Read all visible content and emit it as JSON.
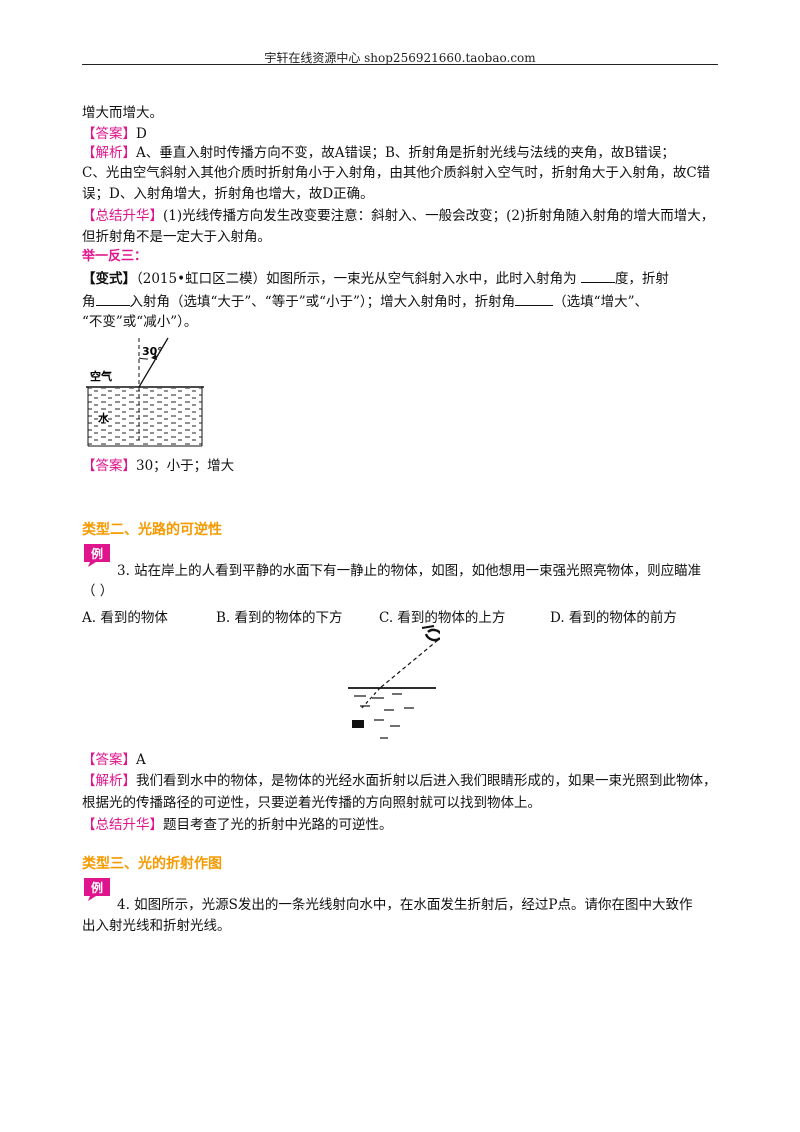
{
  "header": {
    "title": "宇轩在线资源中心  shop256921660.taobao.com"
  },
  "lines": {
    "l1": "增大而增大。",
    "answer_tag": "【答案】",
    "answer1": "D",
    "analysis_tag": "【解析】",
    "analysis1_a": "A、垂直入射时传播方向不变，故A错误；B、折射角是折射光线与法线的夹角，故B错误；",
    "analysis1_b": "C、光由空气斜射入其他介质时折射角小于入射角，由其他介质斜射入空气时，折射角大于入射角，故C错",
    "analysis1_c": "误；D、入射角增大，折射角也增大，故D正确。",
    "summary_tag": "【总结升华】",
    "summary1_a": "(1)光线传播方向发生改变要注意：斜射入、一般会改变；(2)折射角随入射角的增大而增大，",
    "summary1_b": "但折射角不是一定大于入射角。",
    "jyfs": "举一反三：",
    "variant_tag": "【变式】",
    "variant_a1": "（2015•虹口区二模）如图所示，一束光从空气斜射入水中，此时入射角为 ",
    "variant_a2": "度，折射",
    "variant_b1": "角",
    "variant_b2": "入射角（选填“大于”、“等于”或“小于”）；增大入射角时，折射角",
    "variant_b3": "（选填“增大”、",
    "variant_c": "“不变”或“减小”）。",
    "answer_variant": "30；小于；增大",
    "type2_title": "类型二、光路的可逆性",
    "q3": "3.  站在岸上的人看到平静的水面下有一静止的物体，如图，如他想用一束强光照亮物体，则应瞄准",
    "q3_paren": "（    ）",
    "answer3": "A",
    "analysis3_a": "我们看到水中的物体，是物体的光经水面折射以后进入我们眼睛形成的，如果一束光照到此物体，",
    "analysis3_b": "根据光的传播路径的可逆性，只要逆着光传播的方向照射就可以找到物体上。",
    "summary3": "题目考查了光的折射中光路的可逆性。",
    "type3_title": "类型三、光的折射作图",
    "q4_a": "4.  如图所示，光源S发出的一条光线射向水中，在水面发生折射后，经过P点。请你在图中大致作",
    "q4_b": "出入射光线和折射光线。"
  },
  "options": {
    "a": "A.  看到的物体",
    "b": "B.  看到的物体的下方",
    "c": "C.  看到的物体的上方",
    "d": "D.  看到的物体的前方"
  },
  "figure1": {
    "angle_label": "30°",
    "air_label": "空气",
    "water_label": "水"
  },
  "badge": {
    "label": "例"
  },
  "colors": {
    "tag": "#e0148c",
    "section": "#f59a00"
  }
}
